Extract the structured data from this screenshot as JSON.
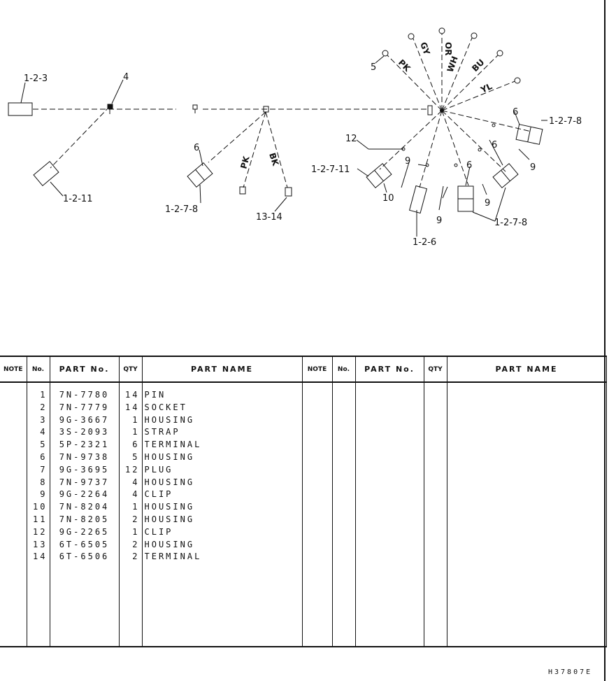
{
  "diagram": {
    "callouts": {
      "c123": "1-2-3",
      "c4": "4",
      "c1211": "1-2-11",
      "c6a": "6",
      "c1278a": "1-2-7-8",
      "c1314": "13-14",
      "c5": "5",
      "c12": "12",
      "c12711": "1-2-7-11",
      "c10": "10",
      "c9a": "9",
      "c126": "1-2-6",
      "c9b": "9",
      "c6b": "6",
      "c9c": "9",
      "c1278b": "1-2-7-8",
      "c6c": "6",
      "c9d": "9",
      "c6d": "6",
      "c1278c": "1-2-7-8"
    },
    "wires": {
      "pk_mid": "PK",
      "bk_mid": "BK",
      "pk": "PK",
      "gy": "GY",
      "or": "OR",
      "wh": "WH",
      "bu": "BU",
      "yl": "YL"
    }
  },
  "table": {
    "headers": {
      "note": "NOTE",
      "no": "No.",
      "part_no": "PART No.",
      "qty": "QTY",
      "part_name": "PART NAME"
    },
    "rows": [
      {
        "no": "1",
        "part_no": "7N-7780",
        "qty": "14",
        "name": "PIN"
      },
      {
        "no": "2",
        "part_no": "7N-7779",
        "qty": "14",
        "name": "SOCKET"
      },
      {
        "no": "3",
        "part_no": "9G-3667",
        "qty": "1",
        "name": "HOUSING"
      },
      {
        "no": "4",
        "part_no": "3S-2093",
        "qty": "1",
        "name": "STRAP"
      },
      {
        "no": "5",
        "part_no": "5P-2321",
        "qty": "6",
        "name": "TERMINAL"
      },
      {
        "no": "6",
        "part_no": "7N-9738",
        "qty": "5",
        "name": "HOUSING"
      },
      {
        "no": "7",
        "part_no": "9G-3695",
        "qty": "12",
        "name": "PLUG"
      },
      {
        "no": "8",
        "part_no": "7N-9737",
        "qty": "4",
        "name": "HOUSING"
      },
      {
        "no": "9",
        "part_no": "9G-2264",
        "qty": "4",
        "name": "CLIP"
      },
      {
        "no": "10",
        "part_no": "7N-8204",
        "qty": "1",
        "name": "HOUSING"
      },
      {
        "no": "11",
        "part_no": "7N-8205",
        "qty": "2",
        "name": "HOUSING"
      },
      {
        "no": "12",
        "part_no": "9G-2265",
        "qty": "1",
        "name": "CLIP"
      },
      {
        "no": "13",
        "part_no": "6T-6505",
        "qty": "2",
        "name": "HOUSING"
      },
      {
        "no": "14",
        "part_no": "6T-6506",
        "qty": "2",
        "name": "TERMINAL"
      }
    ]
  },
  "footer": {
    "drawing_id": "H37807E"
  }
}
